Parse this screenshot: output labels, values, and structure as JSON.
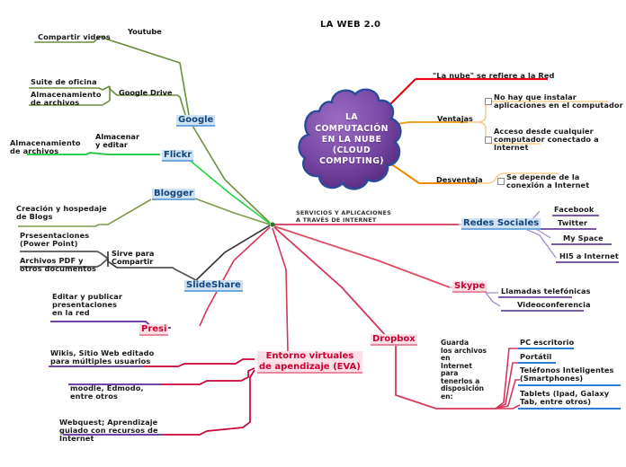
{
  "title": "LA WEB 2.0",
  "center": {
    "label": "LA\nCOMPUTACIÓN\nEN LA NUBE\n(CLOUD\nCOMPUTING)",
    "caption": "SERVICIOS Y APLICACIONES\nA TRAVÉS DE INTERNET",
    "cloud_fill_start": "#8a5fb0",
    "cloud_fill_end": "#5b2d82",
    "cloud_stroke": "#2a4b9b"
  },
  "branches": {
    "nube_red": {
      "label": "\"La nube\" se refiere a la Red",
      "color": "#e8000d"
    },
    "ventajas": {
      "label": "Ventajas",
      "color": "#f0a02a",
      "items": [
        "No hay que instalar\naplicaciones en el computador",
        "Acceso desde cualquier\ncomputador conectado a\nInternet"
      ]
    },
    "desventaja": {
      "label": "Desventaja",
      "color": "#f08a00",
      "items": [
        "Se depende de la\nconexión a Internet"
      ]
    },
    "redes_sociales": {
      "label": "Redes Sociales",
      "color": "#d6365a",
      "sub_color": "#7b5ba8",
      "items": [
        "Facebook",
        "Twitter",
        "My Space",
        "HI5 a Internet"
      ]
    },
    "skype": {
      "label": "Skype",
      "color": "#e04a63",
      "sub_color": "#7b5ba8",
      "items": [
        "Llamadas telefónicas",
        "Videoconferencia"
      ]
    },
    "dropbox": {
      "label": "Dropbox",
      "color": "#d6365a",
      "stage": "Guarda\nlos archivos\nen\nInternet\npara\ntenerlos a\ndisposición\nen:",
      "items": [
        "PC escritorio",
        "Portátil",
        "Teléfonos Inteligentes\n(Smartphones)",
        "Tablets (Ipad, Galaxy\nTab, entre otros)"
      ],
      "sub_underline": "#2a7fd4"
    },
    "google": {
      "label": "Google",
      "color": "#6b8e3e",
      "stages": [
        {
          "label": "Youtube",
          "leaves": [
            "Compartir videos"
          ]
        },
        {
          "label": "Google Drive",
          "leaves": [
            "Suite de oficina",
            "Almacenamiento\nde archivos"
          ]
        }
      ]
    },
    "flickr": {
      "label": "Flickr",
      "color": "#22d846",
      "stage": "Almacenar\ny editar",
      "leaves": [
        "Almacenamiento\nde archivos"
      ]
    },
    "blogger": {
      "label": "Blogger",
      "color": "#7d9b4a",
      "leaves": [
        "Creación y hospedaje\nde Blogs"
      ]
    },
    "slideshare": {
      "label": "SlideShare",
      "color": "#555555",
      "stage": "Sirve para\nCompartir",
      "leaves": [
        "Prsesentaciones\n(Power Point)",
        "Archivos PDF y\notros documentos"
      ]
    },
    "presi": {
      "label": "Presi",
      "color": "#d6365a",
      "sub_color": "#5b2d9b",
      "leaves": [
        "Editar y publicar\npresentaciones\nen la red"
      ]
    },
    "eva": {
      "label": "Entorno virtuales\nde apendizaje (EVA)",
      "color": "#cc0033",
      "sub_color": "#5b2d9b",
      "leaves": [
        "Wikis, Sitio Web editado\npara múltiples usuarios",
        "moodle, Edmodo,\nentre otros",
        "Webquest; Aprendizaje\nguiado con recursos de\nInternet"
      ]
    }
  }
}
